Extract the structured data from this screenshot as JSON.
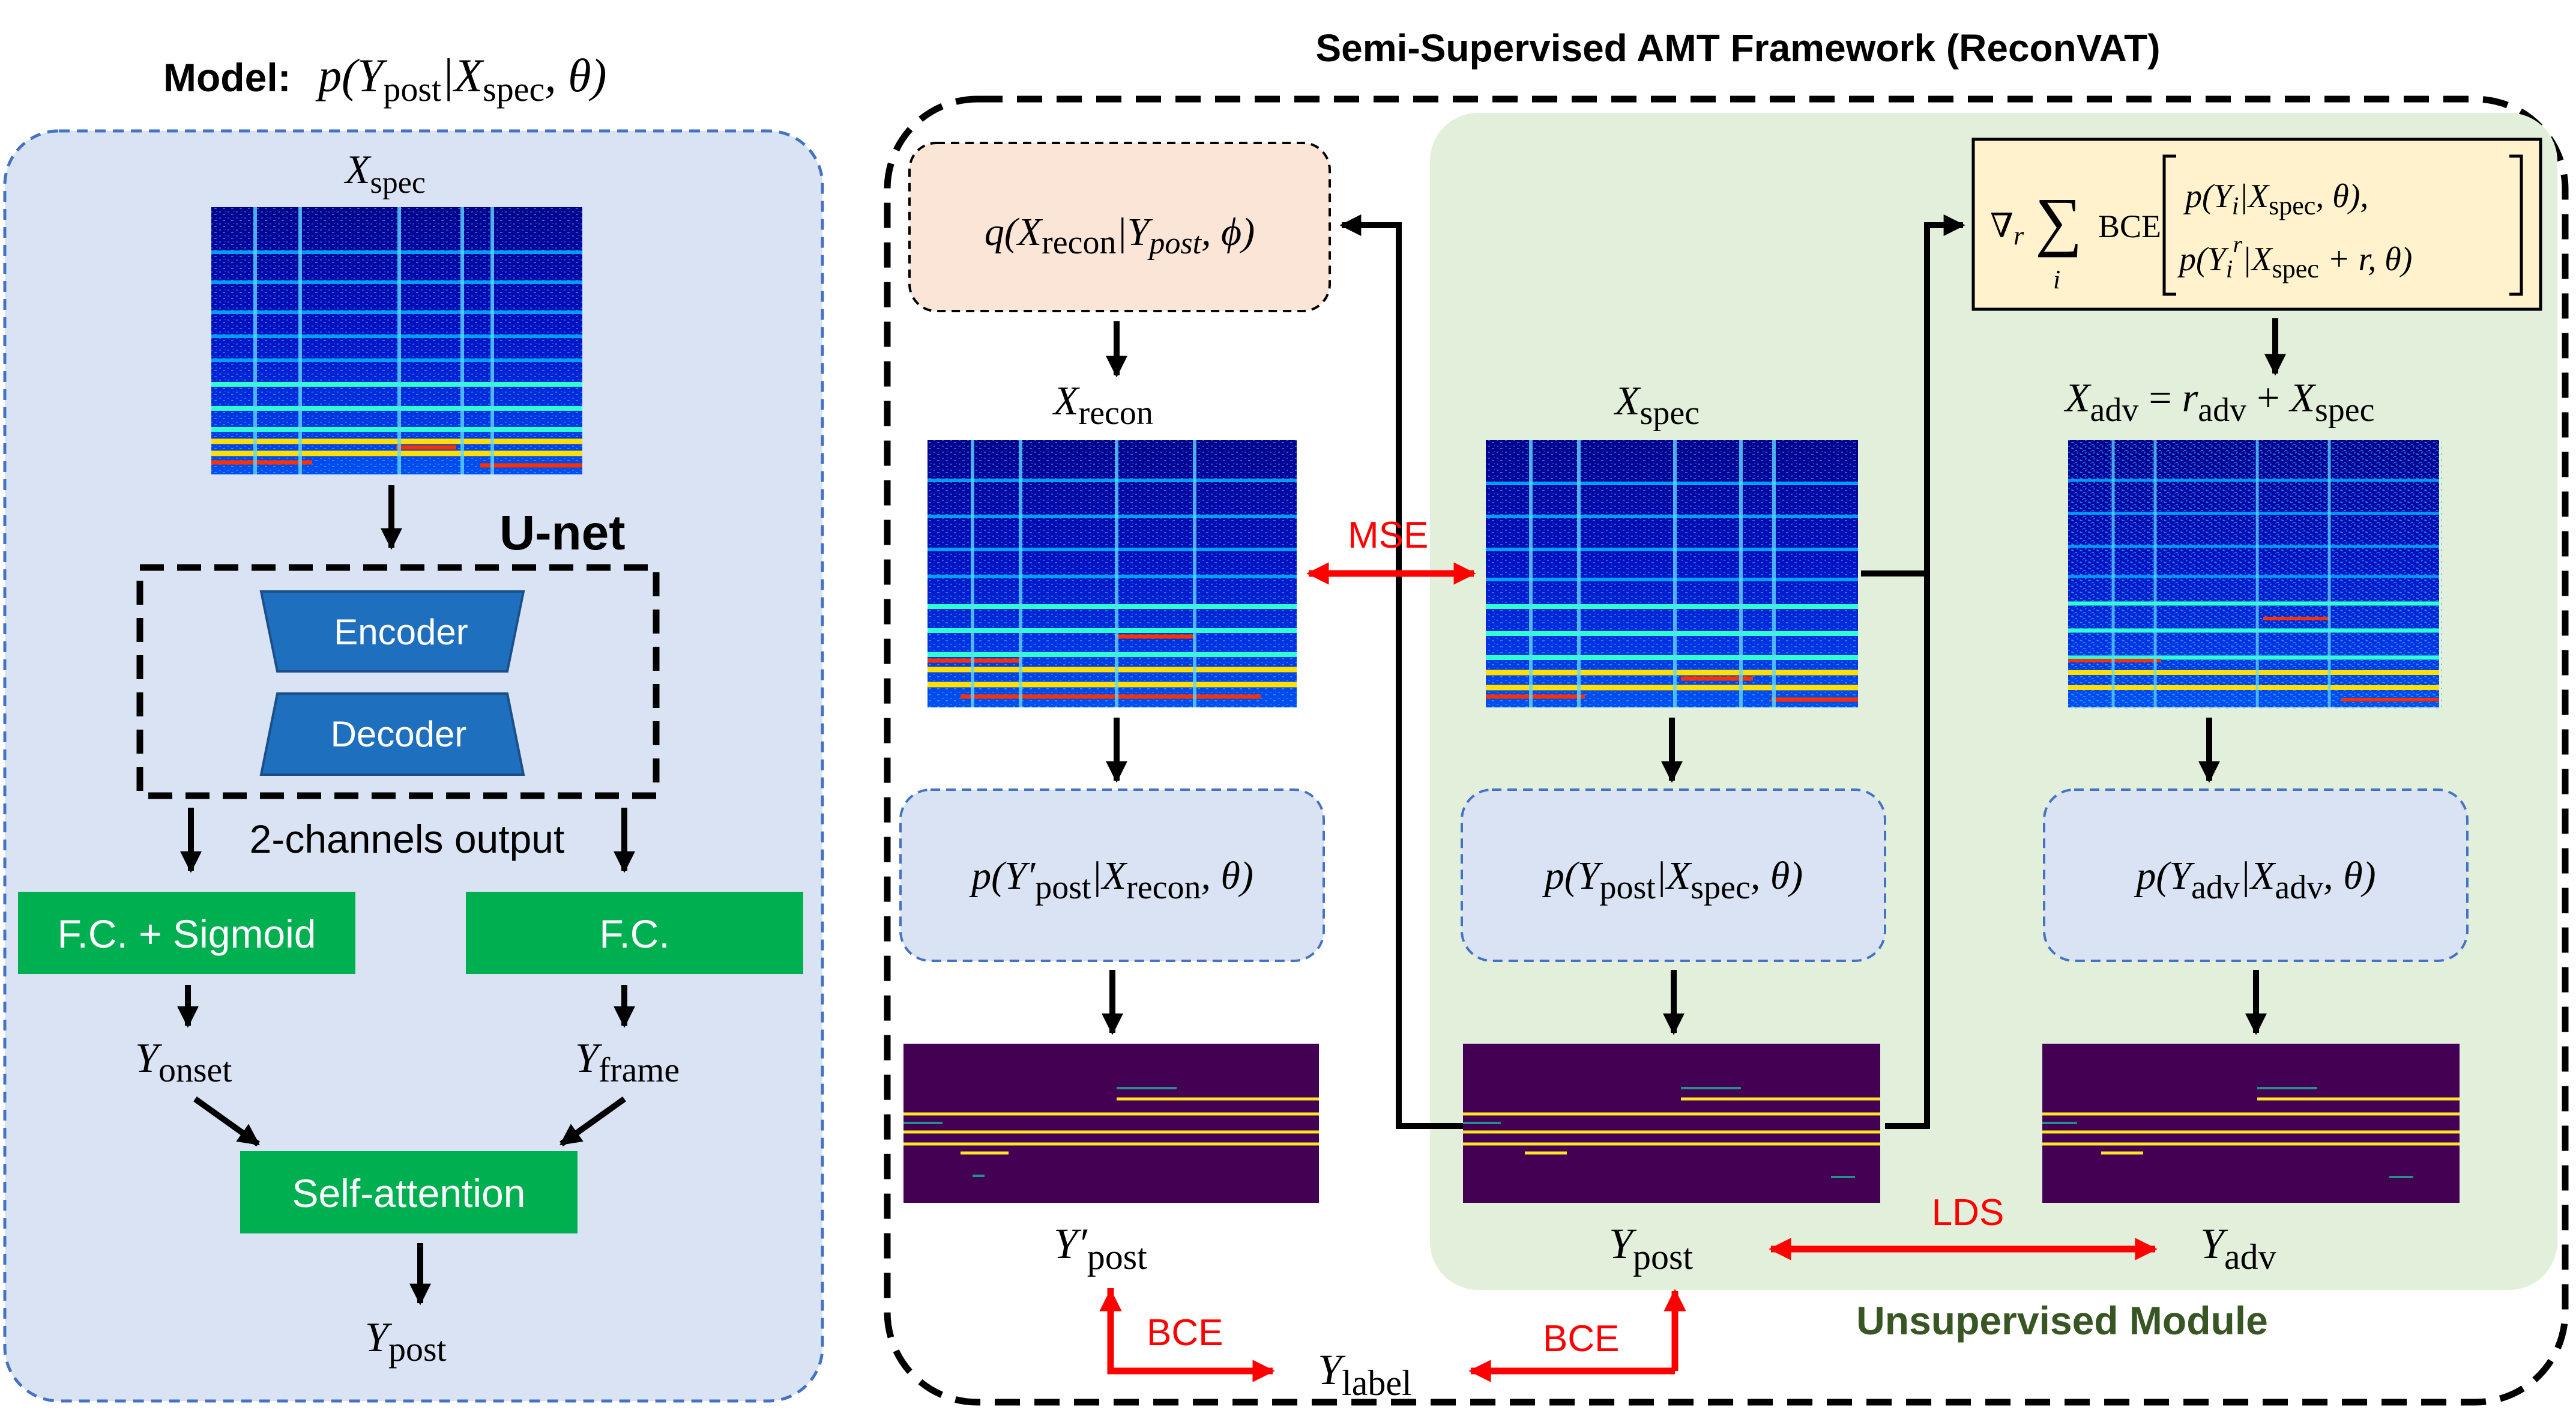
{
  "left_panel": {
    "title_prefix": "Model:",
    "title_formula": "p(Y_post|X_spec, θ)",
    "input_label": "X_spec",
    "unet_label": "U-net",
    "encoder_label": "Encoder",
    "decoder_label": "Decoder",
    "channels_label": "2-channels output",
    "fc_sigmoid_label": "F.C. + Sigmoid",
    "fc_label": "F.C.",
    "onset_label": "Y_onset",
    "frame_label": "Y_frame",
    "attention_label": "Self-attention",
    "output_label": "Y_post"
  },
  "right_panel": {
    "title": "Semi-Supervised AMT Framework (ReconVAT)",
    "unsupervised_label": "Unsupervised Module",
    "recon_model": "q(X_recon|Y_post, φ)",
    "x_recon_label": "X_recon",
    "x_spec_label": "X_spec",
    "x_adv_label": "X_adv = r_adv + X_spec",
    "vat_formula": "∇_r Σ_i BCE[ p(Y_i|X_spec, θ), p(Y_i^r|X_spec + r, θ) ]",
    "model_recon": "p(Y'_post|X_recon, θ)",
    "model_spec": "p(Y_post|X_spec, θ)",
    "model_adv": "p(Y_adv|X_adv, θ)",
    "y_post_prime_label": "Y'_post",
    "y_post_label": "Y_post",
    "y_adv_label": "Y_adv",
    "y_label": "Y_label",
    "mse_label": "MSE",
    "lds_label": "LDS",
    "bce_left_label": "BCE",
    "bce_right_label": "BCE"
  },
  "colors": {
    "model_box": "#dae3f3",
    "model_border": "#4472c4",
    "unsupervised_bg": "#e2efda",
    "unsupervised_text": "#375623",
    "recon_box": "#fbe5d6",
    "vat_box": "#fff2cc",
    "green_block": "#00b050",
    "blue_block": "#1f6fbf",
    "loss_red": "#ff0000"
  }
}
